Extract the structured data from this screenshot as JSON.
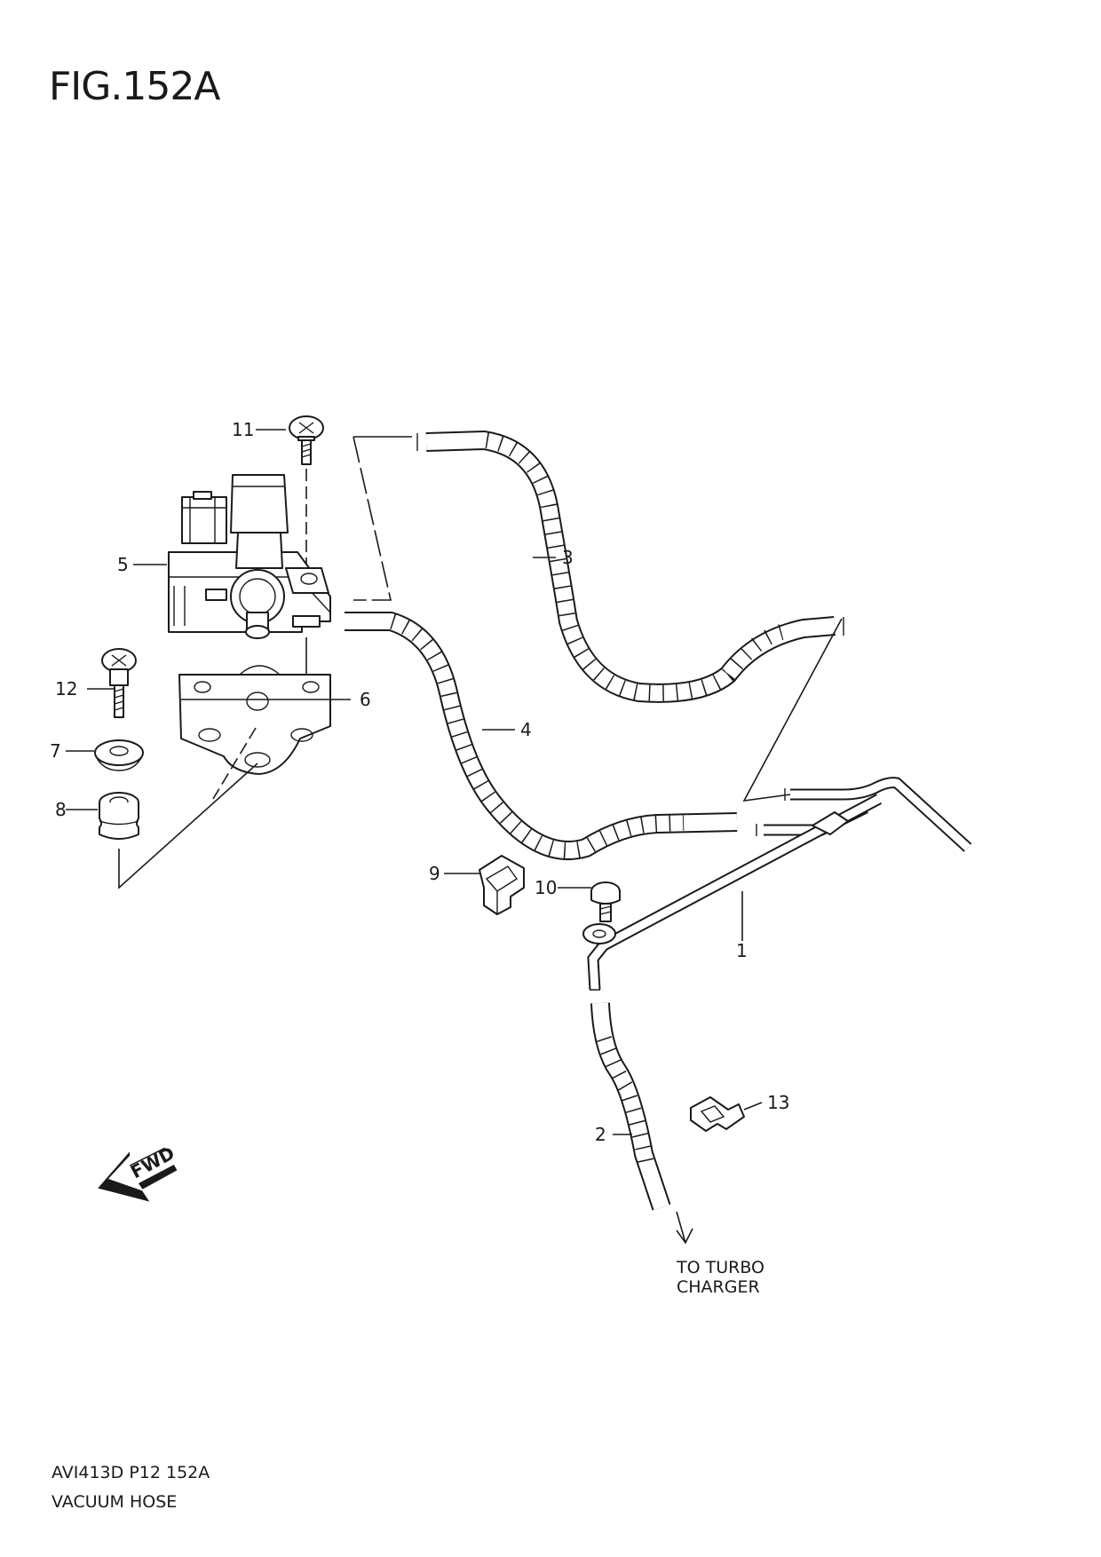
{
  "figure": {
    "title": "FIG.152A"
  },
  "footer": {
    "code": "AVI413D P12 152A",
    "name": "VACUUM HOSE"
  },
  "callouts": [
    "1",
    "2",
    "3",
    "4",
    "5",
    "6",
    "7",
    "8",
    "9",
    "10",
    "11",
    "12",
    "13"
  ],
  "note": {
    "line1": "TO TURBO",
    "line2": "CHARGER"
  },
  "fwd_label": "FWD"
}
